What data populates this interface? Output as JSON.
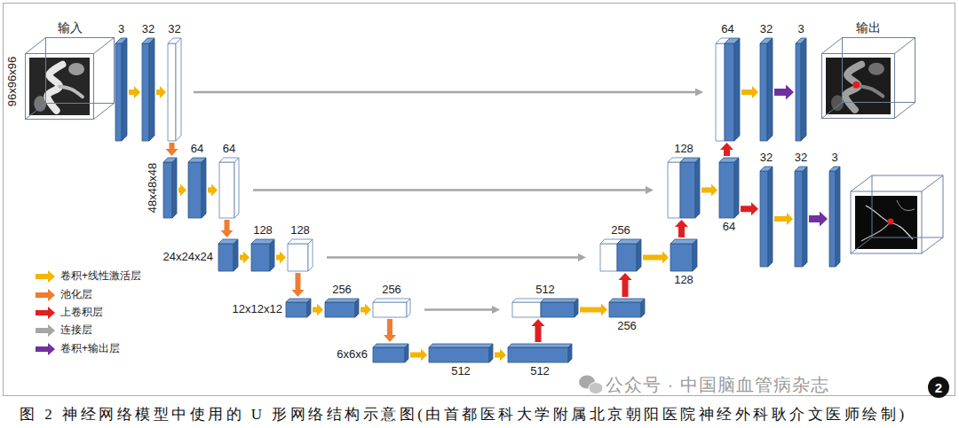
{
  "diagram": {
    "caption": "图 2 神经网络模型中使用的 U 形网络结构示意图(由首都医科大学附属北京朝阳医院神经外科耿介文医师绘制)",
    "nodes": [
      {
        "text": [
          "输入"
        ]
      },
      {
        "text": [
          "3"
        ]
      },
      {
        "text": [
          "32"
        ]
      },
      {
        "text": [
          "32"
        ]
      },
      {
        "text": [
          "64"
        ]
      },
      {
        "text": [
          "32"
        ]
      },
      {
        "text": [
          "3"
        ]
      },
      {
        "text": [
          "输出"
        ]
      },
      {
        "text": [
          "64"
        ]
      },
      {
        "text": [
          "64"
        ]
      },
      {
        "text": [
          "128"
        ]
      },
      {
        "text": [
          "32"
        ]
      },
      {
        "text": [
          "32"
        ]
      },
      {
        "text": [
          "3"
        ]
      },
      {
        "text": [
          "128"
        ]
      },
      {
        "text": [
          "128"
        ]
      },
      {
        "text": [
          "256"
        ]
      },
      {
        "text": [
          "64"
        ]
      },
      {
        "text": [
          "128"
        ]
      },
      {
        "text": [
          "256"
        ]
      },
      {
        "text": [
          "256"
        ]
      },
      {
        "text": [
          "512"
        ]
      },
      {
        "text": [
          "256"
        ]
      },
      {
        "text": [
          "512"
        ]
      },
      {
        "text": [
          "512"
        ]
      },
      {
        "text": [
          "2"
        ]
      }
    ],
    "edges": [
      {
        "from": 1,
        "to": 2,
        "arrow": "to"
      },
      {
        "from": 2,
        "to": 3,
        "arrow": "to"
      },
      {
        "from": 3,
        "to": 4,
        "arrow": "to"
      },
      {
        "from": 4,
        "to": 5,
        "arrow": "to"
      },
      {
        "from": 5,
        "to": 6,
        "arrow": "to"
      },
      {
        "from": 8,
        "to": 9,
        "arrow": "to"
      },
      {
        "from": 9,
        "to": 10,
        "arrow": "to"
      },
      {
        "from": 10,
        "to": 17,
        "arrow": "to"
      },
      {
        "from": 17,
        "to": 4,
        "arrow": "to"
      },
      {
        "from": 17,
        "to": 11,
        "arrow": "to"
      },
      {
        "from": 11,
        "to": 12,
        "arrow": "to"
      },
      {
        "from": 12,
        "to": 13,
        "arrow": "to"
      },
      {
        "from": 14,
        "to": 15,
        "arrow": "to"
      },
      {
        "from": 15,
        "to": 16,
        "arrow": "to"
      },
      {
        "from": 16,
        "to": 18,
        "arrow": "to"
      },
      {
        "from": 18,
        "to": 10,
        "arrow": "to"
      },
      {
        "from": 19,
        "to": 20,
        "arrow": "to"
      },
      {
        "from": 20,
        "to": 21,
        "arrow": "to"
      },
      {
        "from": 21,
        "to": 22,
        "arrow": "to"
      },
      {
        "from": 22,
        "to": 16,
        "arrow": "to"
      },
      {
        "from": 23,
        "to": 24,
        "arrow": "to"
      },
      {
        "from": 24,
        "to": 21,
        "arrow": "to"
      }
    ],
    "labels": [
      "96x96x96",
      "48x48x48",
      "24x24x24",
      "12x12x12",
      "6x6x6",
      "公众号 · 中国脑血管病杂志"
    ],
    "legend": [
      {
        "text": "卷积+线性激活层",
        "color": "#f5b400"
      },
      {
        "text": "池化层",
        "color": "#ed7d31"
      },
      {
        "text": "上卷积层",
        "color": "#e02020"
      },
      {
        "text": "连接层",
        "color": "#a6a6a6"
      },
      {
        "text": "卷积+输出层",
        "color": "#7030a0"
      }
    ]
  }
}
